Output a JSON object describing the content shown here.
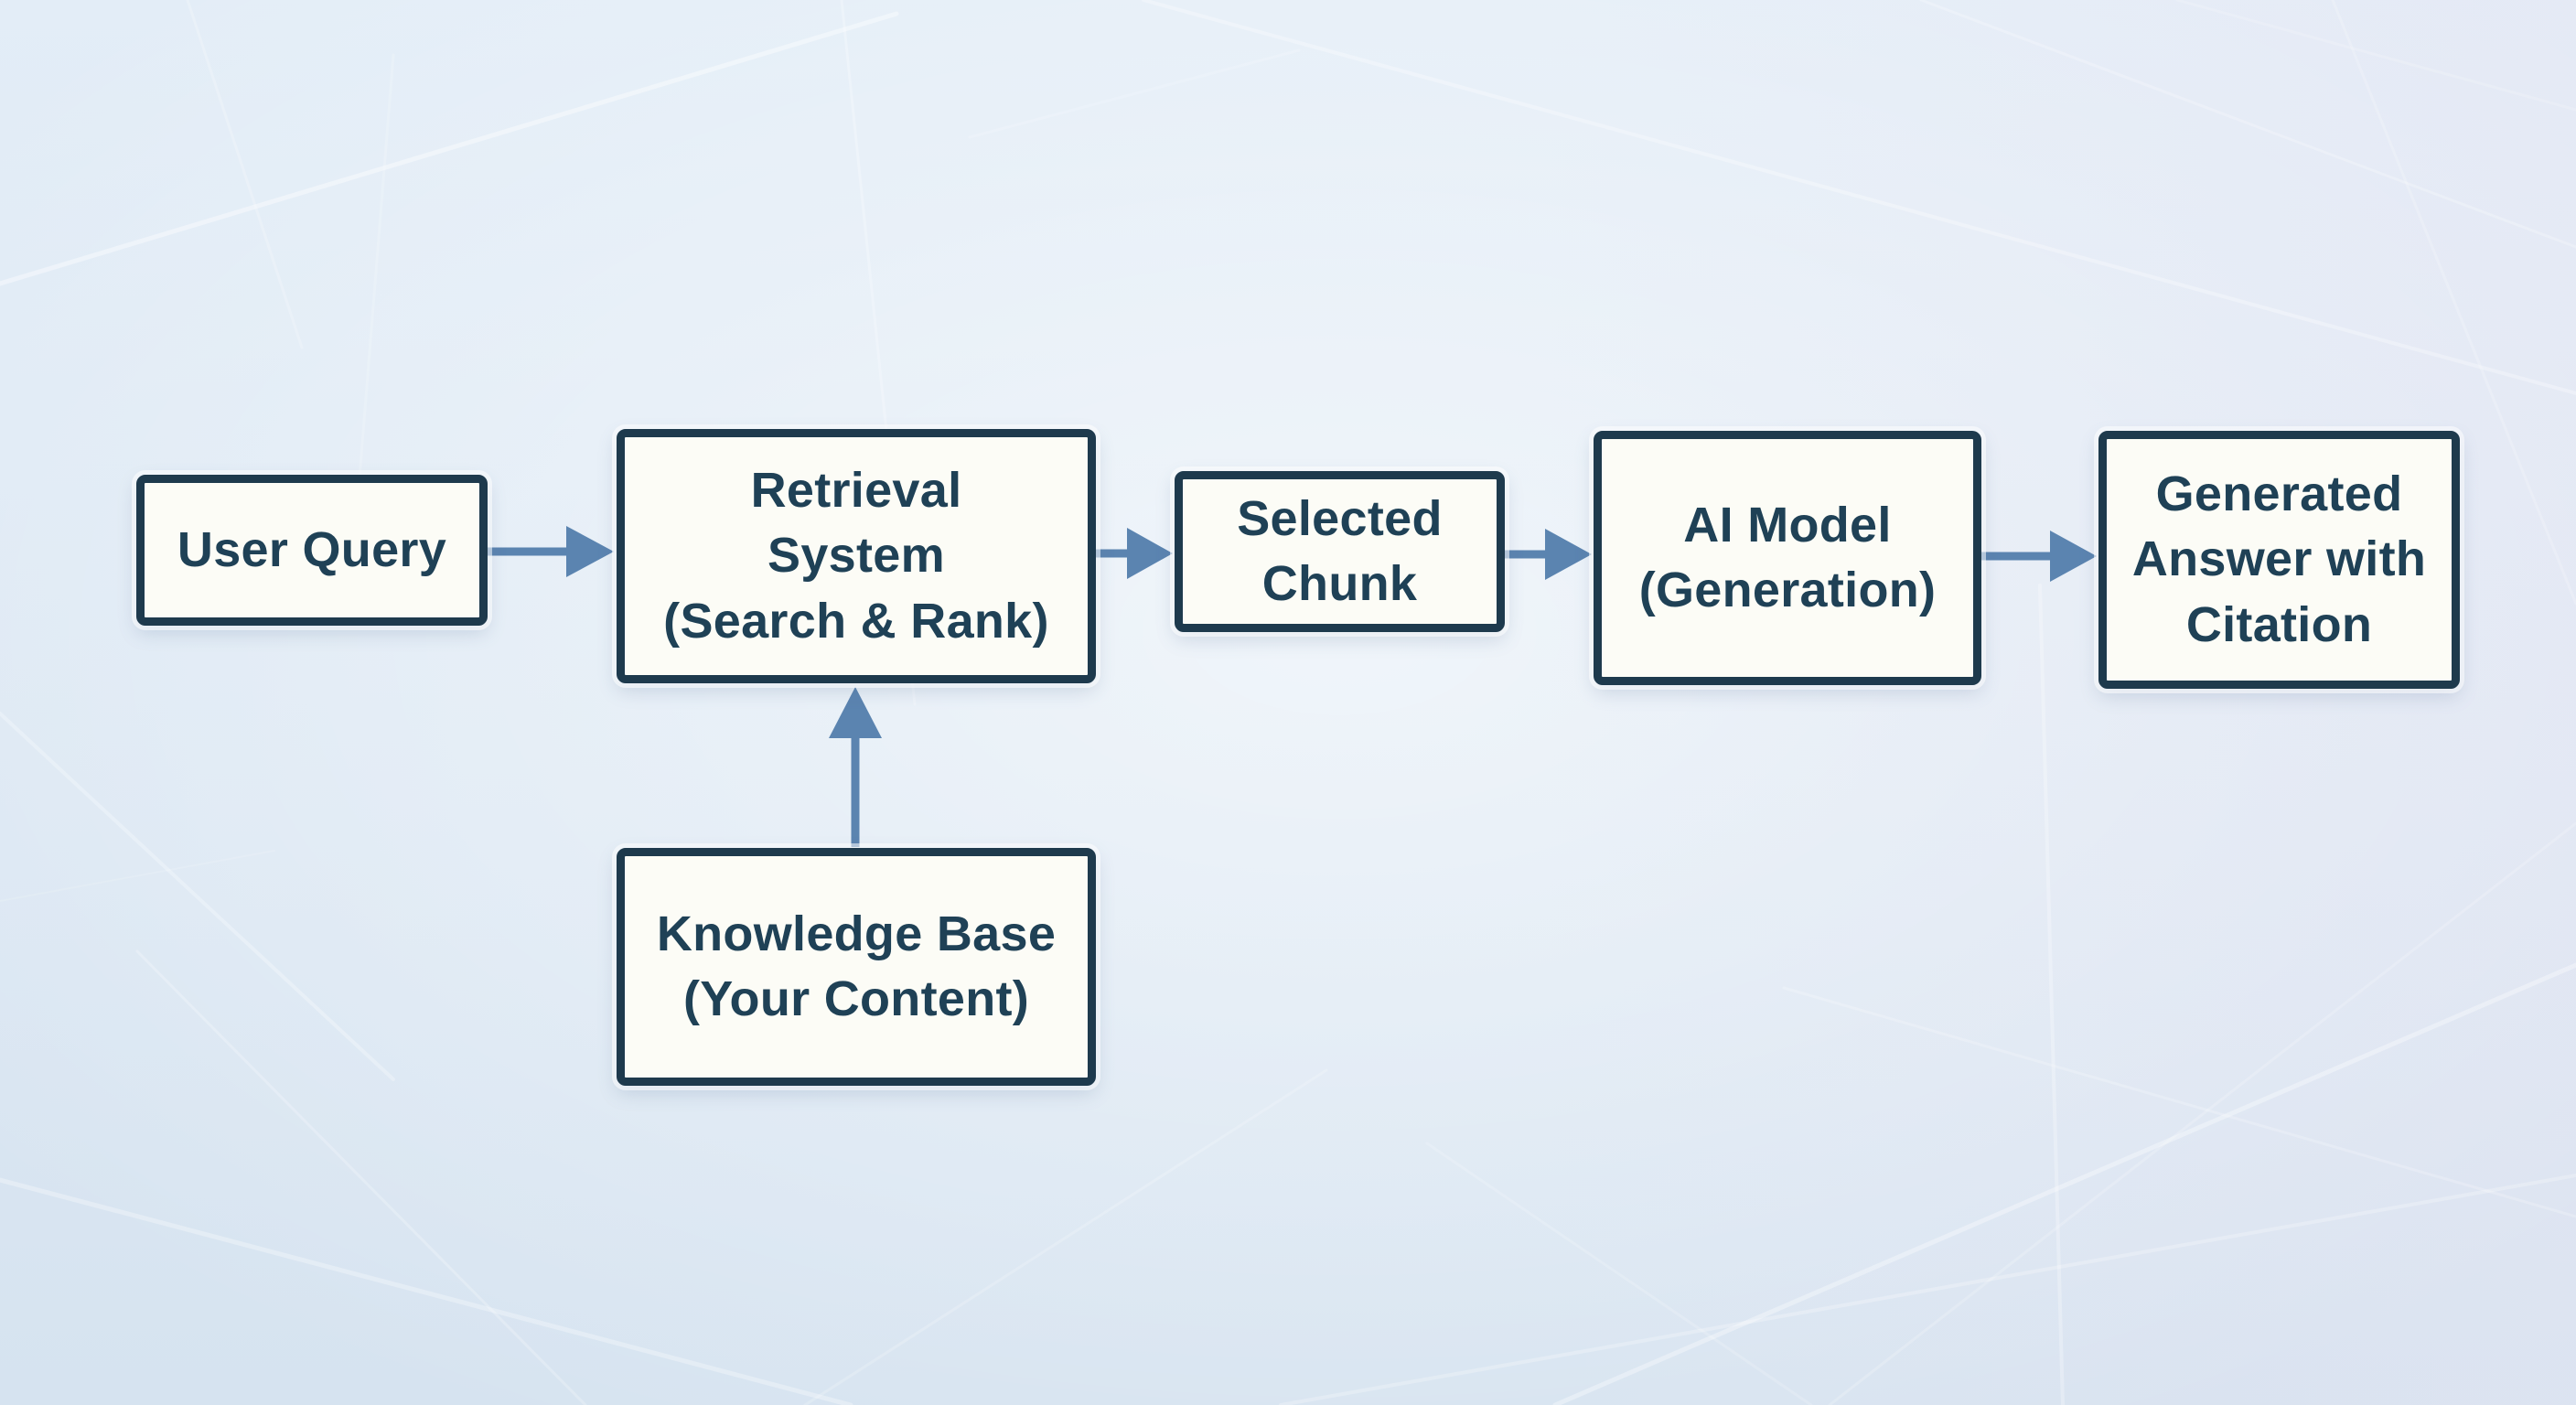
{
  "diagram": {
    "type": "flowchart",
    "nodes": [
      {
        "id": "user-query",
        "label": "User Query"
      },
      {
        "id": "retrieval-system",
        "label": "Retrieval\nSystem\n(Search & Rank)"
      },
      {
        "id": "selected-chunk",
        "label": "Selected\nChunk"
      },
      {
        "id": "ai-model",
        "label": "AI Model\n(Generation)"
      },
      {
        "id": "generated-answer",
        "label": "Generated\nAnswer with\nCitation"
      },
      {
        "id": "knowledge-base",
        "label": "Knowledge Base\n(Your Content)"
      }
    ],
    "edges": [
      {
        "from": "user-query",
        "to": "retrieval-system"
      },
      {
        "from": "retrieval-system",
        "to": "selected-chunk"
      },
      {
        "from": "selected-chunk",
        "to": "ai-model"
      },
      {
        "from": "ai-model",
        "to": "generated-answer"
      },
      {
        "from": "knowledge-base",
        "to": "retrieval-system"
      }
    ]
  },
  "colors": {
    "canvas-bg-top": "#e3edf7",
    "canvas-bg-bottom": "#d6e3f0",
    "node-bg": "#fcfcf6",
    "node-border": "#1e3a4d",
    "node-text": "#1f4156",
    "arrow-color": "#5b84b0"
  }
}
